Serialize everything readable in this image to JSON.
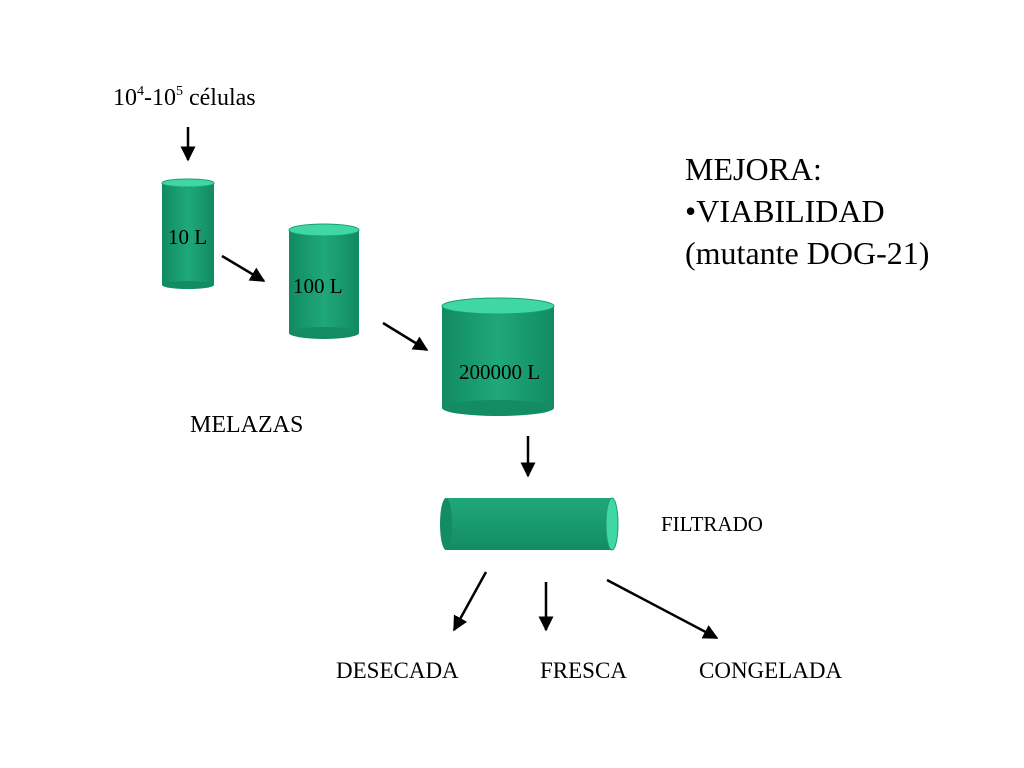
{
  "cells": {
    "base1": "10",
    "exp1": "4",
    "sep": "-",
    "base2": "10",
    "exp2": "5",
    "suffix": " células"
  },
  "tanks": [
    {
      "label": "10 L"
    },
    {
      "label": "100 L"
    },
    {
      "label": "200000 L"
    }
  ],
  "medium": "MELAZAS",
  "filter": {
    "label": "FILTRADO"
  },
  "improvement": {
    "heading": "MEJORA:",
    "item": "•VIABILIDAD",
    "detail": "(mutante DOG-21)"
  },
  "outputs": [
    "DESECADA",
    "FRESCA",
    "CONGELADA"
  ],
  "colors": {
    "tank_fill": "#1a9e72",
    "tank_top": "#3fd8a2",
    "tank_edge": "#107250",
    "arrow": "#000000"
  },
  "icons": {
    "tank": "cylinder-icon",
    "filter": "horizontal-cylinder-icon",
    "arrow": "arrow-icon"
  }
}
